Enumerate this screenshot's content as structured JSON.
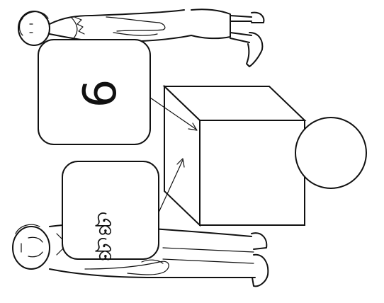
{
  "speech_bubble_top": {
    "text": "9"
  },
  "speech_bubble_bottom": {
    "text": "ঞঞ"
  },
  "colors": {
    "ink": "#111111",
    "background": "#ffffff"
  },
  "figures": {
    "top": "woman-figure",
    "bottom": "man-figure"
  }
}
